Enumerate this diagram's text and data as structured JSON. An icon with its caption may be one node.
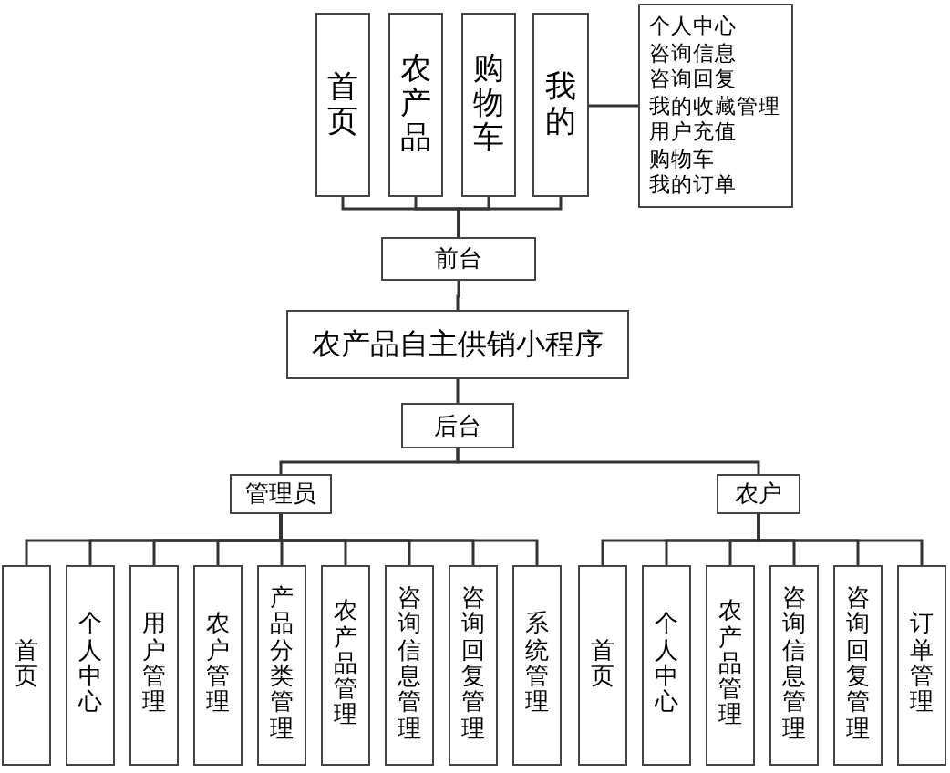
{
  "diagram": {
    "nodes": [
      {
        "text": [
          "首页"
        ]
      },
      {
        "text": [
          "农产品"
        ]
      },
      {
        "text": [
          "购物车"
        ]
      },
      {
        "text": [
          "我的"
        ]
      },
      {
        "text": [
          "个人中心",
          "咨询信息",
          "咨询回复",
          "我的收藏管理",
          "用户充值",
          "购物车",
          "我的订单"
        ]
      },
      {
        "text": [
          "前台"
        ]
      },
      {
        "text": [
          "农产品自主供销小程序"
        ]
      },
      {
        "text": [
          "后台"
        ]
      },
      {
        "text": [
          "管理员"
        ]
      },
      {
        "text": [
          "农户"
        ]
      },
      {
        "text": [
          "首页"
        ]
      },
      {
        "text": [
          "个人中心"
        ]
      },
      {
        "text": [
          "用户管理"
        ]
      },
      {
        "text": [
          "农户管理"
        ]
      },
      {
        "text": [
          "产品分类管理"
        ]
      },
      {
        "text": [
          "农产品管理"
        ]
      },
      {
        "text": [
          "咨询信息管理"
        ]
      },
      {
        "text": [
          "咨询回复管理"
        ]
      },
      {
        "text": [
          "系统管理"
        ]
      },
      {
        "text": [
          "首页"
        ]
      },
      {
        "text": [
          "个人中心"
        ]
      },
      {
        "text": [
          "农产品管理"
        ]
      },
      {
        "text": [
          "咨询信息管理"
        ]
      },
      {
        "text": [
          "咨询回复管理"
        ]
      },
      {
        "text": [
          "订单管理"
        ]
      }
    ],
    "edges": [
      {
        "from": 5,
        "to": 0,
        "arrow": "none"
      },
      {
        "from": 5,
        "to": 1,
        "arrow": "none"
      },
      {
        "from": 5,
        "to": 2,
        "arrow": "none"
      },
      {
        "from": 5,
        "to": 3,
        "arrow": "none"
      },
      {
        "from": 3,
        "to": 4,
        "arrow": "none"
      },
      {
        "from": 5,
        "to": 6,
        "arrow": "none"
      },
      {
        "from": 6,
        "to": 7,
        "arrow": "none"
      },
      {
        "from": 7,
        "to": 8,
        "arrow": "none"
      },
      {
        "from": 7,
        "to": 9,
        "arrow": "none"
      },
      {
        "from": 8,
        "to": 10,
        "arrow": "none"
      },
      {
        "from": 8,
        "to": 11,
        "arrow": "none"
      },
      {
        "from": 8,
        "to": 12,
        "arrow": "none"
      },
      {
        "from": 8,
        "to": 13,
        "arrow": "none"
      },
      {
        "from": 8,
        "to": 14,
        "arrow": "none"
      },
      {
        "from": 8,
        "to": 15,
        "arrow": "none"
      },
      {
        "from": 8,
        "to": 16,
        "arrow": "none"
      },
      {
        "from": 8,
        "to": 17,
        "arrow": "none"
      },
      {
        "from": 8,
        "to": 18,
        "arrow": "none"
      },
      {
        "from": 9,
        "to": 19,
        "arrow": "none"
      },
      {
        "from": 9,
        "to": 20,
        "arrow": "none"
      },
      {
        "from": 9,
        "to": 21,
        "arrow": "none"
      },
      {
        "from": 9,
        "to": 22,
        "arrow": "none"
      },
      {
        "from": 9,
        "to": 23,
        "arrow": "none"
      },
      {
        "from": 9,
        "to": 24,
        "arrow": "none"
      }
    ]
  }
}
